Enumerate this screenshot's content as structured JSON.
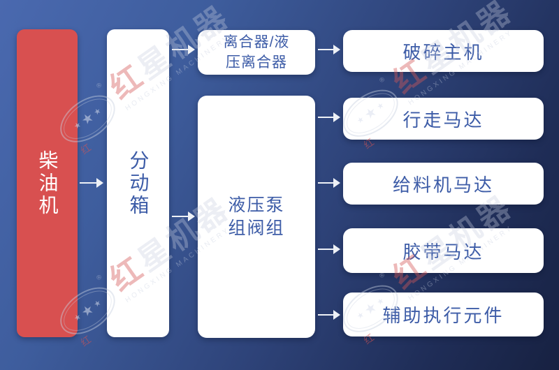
{
  "diagram": {
    "nodes": {
      "diesel_engine": {
        "label": "柴油机"
      },
      "transfer_case": {
        "label": "分动箱"
      },
      "clutch": {
        "line1": "离合器/液",
        "line2": "压离合器"
      },
      "pump_valve_group": {
        "line1": "液压泵",
        "line2": "组阀组"
      },
      "crusher_main": {
        "label": "破碎主机"
      },
      "travel_motor": {
        "label": "行走马达"
      },
      "feeder_motor": {
        "label": "给料机马达"
      },
      "belt_motor": {
        "label": "胶带马达"
      },
      "auxiliary_actuators": {
        "label": "辅助执行元件"
      }
    },
    "colors": {
      "background_top_left": "#4a69af",
      "background_bottom_right": "#172141",
      "diesel_node_background": "#d85050",
      "node_background": "#ffffff",
      "node_text": "#3d5ca7",
      "arrow": "#eef1f6"
    }
  },
  "watermark": {
    "brand_first_char": "红",
    "brand_rest": "星机器",
    "brand_en": "HONGXING MACHINERY",
    "registered_mark": "®",
    "star": "★"
  }
}
